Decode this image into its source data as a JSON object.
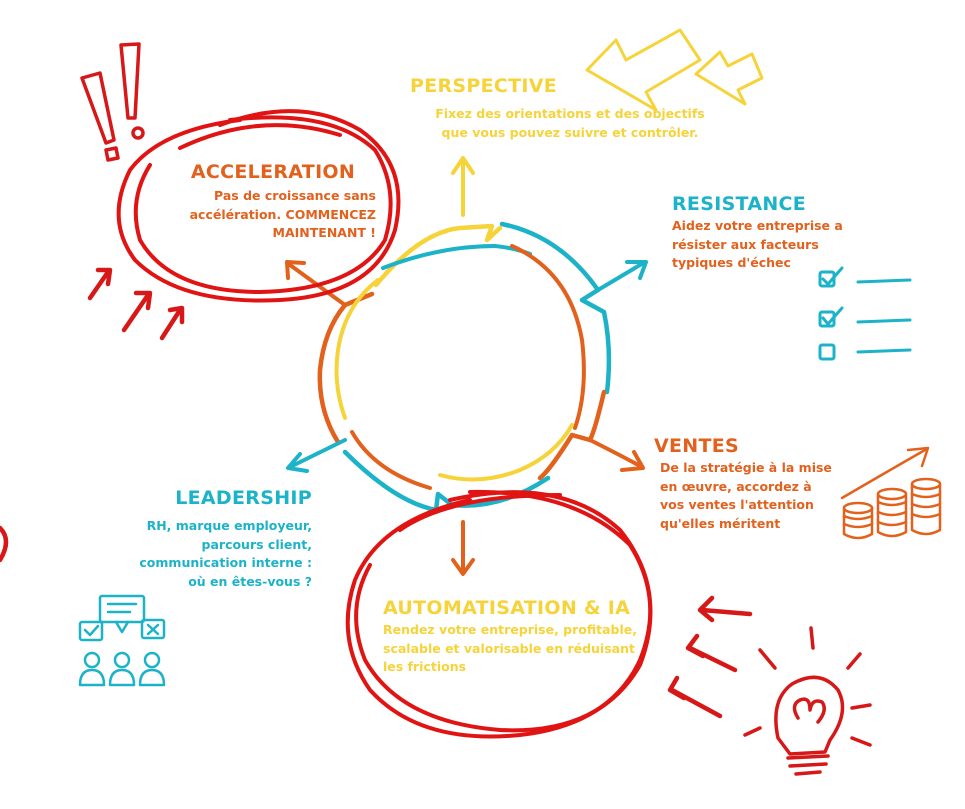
{
  "colors": {
    "yellow": "#f7d33a",
    "orange": "#e2611d",
    "cyan": "#1cb3c9",
    "red": "#e11414",
    "dark_red": "#d71818"
  },
  "sections": {
    "perspective": {
      "title": "PERSPECTIVE",
      "desc_lines": [
        "Fixez des orientations et des objectifs",
        "que vous pouvez suivre et contrôler."
      ]
    },
    "resistance": {
      "title": "RESISTANCE",
      "desc_lines": [
        "Aidez votre entreprise a",
        "résister aux facteurs",
        "typiques d'échec"
      ]
    },
    "ventes": {
      "title": "VENTES",
      "desc_lines": [
        "De la stratégie à la mise",
        "en œuvre, accordez à",
        "vos ventes l'attention",
        "qu'elles méritent"
      ]
    },
    "automatisation": {
      "title": "AUTOMATISATION & IA",
      "desc_lines": [
        "Rendez votre entreprise, profitable,",
        "scalable et valorisable en réduisant",
        "les frictions"
      ]
    },
    "leadership": {
      "title": "LEADERSHIP",
      "desc_lines": [
        "RH, marque employeur,",
        "parcours client,",
        "communication interne :",
        "où en êtes-vous ?"
      ]
    },
    "acceleration": {
      "title": "ACCELERATION",
      "desc_lines": [
        "Pas de croissance sans",
        "accélération. COMMENCEZ",
        "MAINTENANT !"
      ]
    }
  },
  "icons": [
    "exclamation-marks-icon",
    "double-arrow-icon",
    "checklist-icon",
    "coins-growth-icon",
    "team-chat-icon",
    "lightbulb-icon",
    "red-strokes-icon"
  ]
}
